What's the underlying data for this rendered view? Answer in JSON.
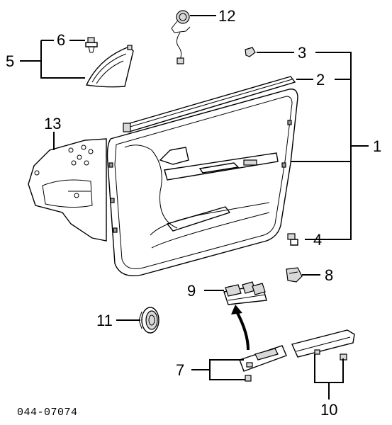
{
  "callouts": {
    "c1": "1",
    "c2": "2",
    "c3": "3",
    "c4": "4",
    "c5": "5",
    "c6": "6",
    "c7": "7",
    "c8": "8",
    "c9": "9",
    "c10": "10",
    "c11": "11",
    "c12": "12",
    "c13": "13"
  },
  "diagram_code": "044-07074"
}
